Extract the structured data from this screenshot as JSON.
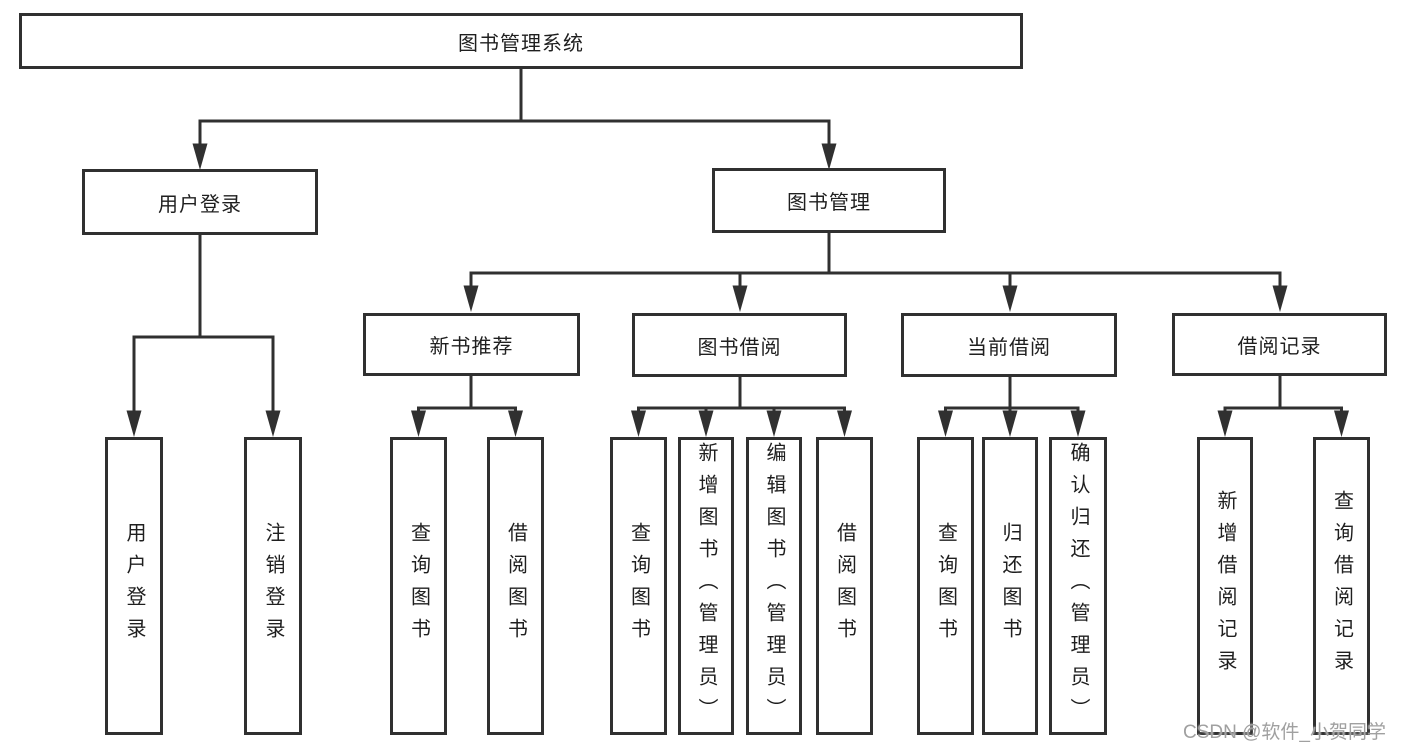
{
  "title": "图书管理系统",
  "tree": {
    "root": {
      "label": "图书管理系统",
      "children": [
        {
          "label": "用户登录",
          "children": [
            {
              "label": "用户登录"
            },
            {
              "label": "注销登录"
            }
          ]
        },
        {
          "label": "图书管理",
          "children": [
            {
              "label": "新书推荐",
              "children": [
                {
                  "label": "查询图书"
                },
                {
                  "label": "借阅图书"
                }
              ]
            },
            {
              "label": "图书借阅",
              "children": [
                {
                  "label": "查询图书"
                },
                {
                  "label": "新增图书（管理员）"
                },
                {
                  "label": "编辑图书（管理员）"
                },
                {
                  "label": "借阅图书"
                }
              ]
            },
            {
              "label": "当前借阅",
              "children": [
                {
                  "label": "查询图书"
                },
                {
                  "label": "归还图书"
                },
                {
                  "label": "确认归还（管理员）"
                }
              ]
            },
            {
              "label": "借阅记录",
              "children": [
                {
                  "label": "新增借阅记录"
                },
                {
                  "label": "查询借阅记录"
                }
              ]
            }
          ]
        }
      ]
    }
  },
  "watermark": {
    "text": "CSDN @软件_小贺同学"
  },
  "colors": {
    "line": "#303030",
    "box_border": "#303030",
    "text": "#1f1f1f",
    "watermark": "#a0a0a0",
    "background": "#ffffff"
  }
}
